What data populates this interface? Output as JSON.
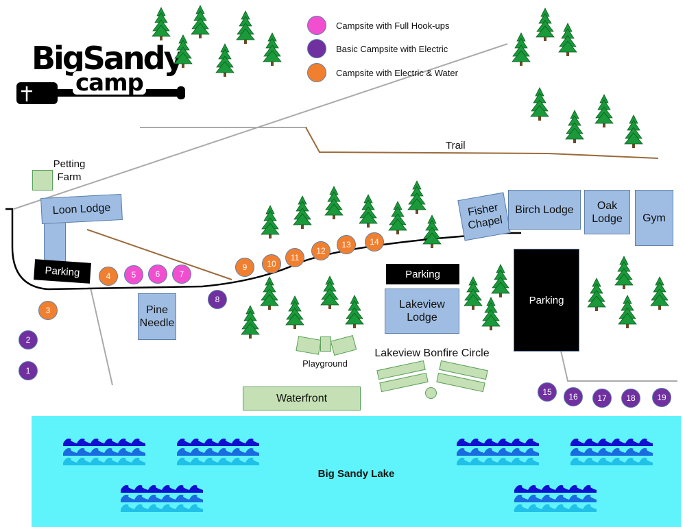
{
  "logo": {
    "line1": "BigSandy",
    "line2": "camp"
  },
  "legend": [
    {
      "label": "Campsite with Full Hook-ups",
      "color": "#f24fd0"
    },
    {
      "label": "Basic Campsite with Electric",
      "color": "#7030a0"
    },
    {
      "label": "Campsite with Electric & Water",
      "color": "#f08030"
    }
  ],
  "colors": {
    "building": "#9fbde3",
    "parking": "#000000",
    "green_area": "#c5e0b4",
    "lake": "#5ff4fb",
    "trail": "#9a6a3a",
    "road": "#000000",
    "path": "#aaaaaa"
  },
  "buildings": {
    "loon_lodge": "Loon Lodge",
    "pine_needle": "Pine\nNeedle",
    "lakeview_lodge": "Lakeview\nLodge",
    "fisher_chapel": "Fisher\nChapel",
    "birch_lodge": "Birch Lodge",
    "oak_lodge": "Oak\nLodge",
    "gym": "Gym"
  },
  "parking": {
    "west": "Parking",
    "center": "Parking",
    "east": "Parking"
  },
  "areas": {
    "petting_farm": "Petting\nFarm",
    "trail": "Trail",
    "playground": "Playground",
    "bonfire": "Lakeview Bonfire Circle",
    "waterfront": "Waterfront",
    "lake": "Big Sandy Lake"
  },
  "campsites": [
    {
      "num": "1",
      "type": "basic"
    },
    {
      "num": "2",
      "type": "basic"
    },
    {
      "num": "3",
      "type": "water"
    },
    {
      "num": "4",
      "type": "water"
    },
    {
      "num": "5",
      "type": "full"
    },
    {
      "num": "6",
      "type": "full"
    },
    {
      "num": "7",
      "type": "full"
    },
    {
      "num": "8",
      "type": "basic"
    },
    {
      "num": "9",
      "type": "water"
    },
    {
      "num": "10",
      "type": "water"
    },
    {
      "num": "11",
      "type": "water"
    },
    {
      "num": "12",
      "type": "water"
    },
    {
      "num": "13",
      "type": "water"
    },
    {
      "num": "14",
      "type": "water"
    },
    {
      "num": "15",
      "type": "basic"
    },
    {
      "num": "16",
      "type": "basic"
    },
    {
      "num": "17",
      "type": "basic"
    },
    {
      "num": "18",
      "type": "basic"
    },
    {
      "num": "19",
      "type": "basic"
    }
  ]
}
